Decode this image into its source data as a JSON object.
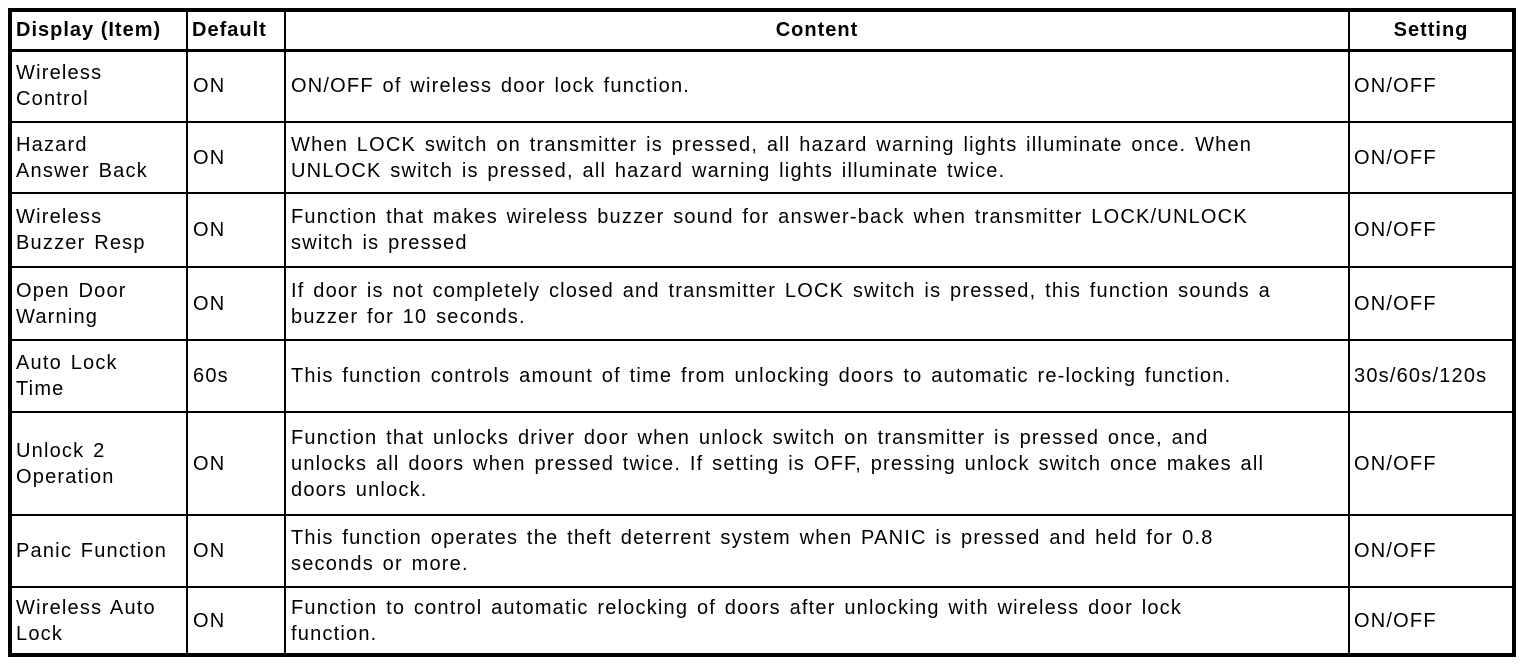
{
  "table": {
    "headers": [
      "Display (Item)",
      "Default",
      "Content",
      "Setting"
    ],
    "rows": [
      {
        "item": "Wireless\nControl",
        "default": "ON",
        "content": "ON/OFF of wireless door lock function.",
        "setting": "ON/OFF"
      },
      {
        "item": "Hazard\nAnswer Back",
        "default": "ON",
        "content": "When LOCK switch on transmitter is pressed, all hazard warning lights illuminate once. When\nUNLOCK switch is pressed, all hazard warning lights illuminate twice.",
        "setting": "ON/OFF"
      },
      {
        "item": "Wireless\nBuzzer Resp",
        "default": "ON",
        "content": "Function that makes wireless buzzer sound for answer-back when transmitter LOCK/UNLOCK\nswitch is pressed",
        "setting": "ON/OFF"
      },
      {
        "item": "Open Door\nWarning",
        "default": "ON",
        "content": "If door is not completely closed and transmitter LOCK switch is pressed, this function sounds a\nbuzzer for 10 seconds.",
        "setting": "ON/OFF"
      },
      {
        "item": "Auto Lock\nTime",
        "default": "60s",
        "content": "This function controls amount of time from unlocking doors to automatic re-locking function.",
        "setting": "30s/60s/120s"
      },
      {
        "item": "Unlock 2\nOperation",
        "default": "ON",
        "content": "Function that unlocks driver door when unlock switch on transmitter is pressed once, and\nunlocks all doors when pressed twice. If setting is OFF, pressing unlock switch once makes all\ndoors unlock.",
        "setting": "ON/OFF"
      },
      {
        "item": "Panic Function",
        "default": "ON",
        "content": "This function operates the theft deterrent system when PANIC is pressed and held for 0.8\nseconds or more.",
        "setting": "ON/OFF"
      },
      {
        "item": "Wireless Auto\nLock",
        "default": "ON",
        "content": "Function to control automatic relocking of doors after unlocking with wireless door lock\nfunction.",
        "setting": "ON/OFF"
      }
    ],
    "colors": {
      "border": "#000000",
      "text": "#000000",
      "background": "#ffffff"
    }
  }
}
